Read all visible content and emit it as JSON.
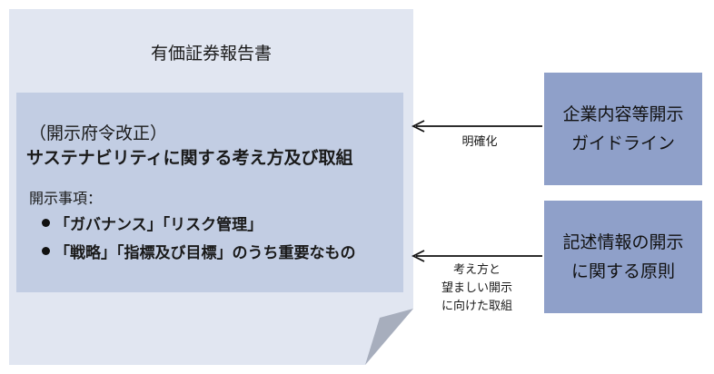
{
  "document": {
    "title": "有価証券報告書",
    "amendment_note": "（開示府令改正）",
    "heading": "サステナビリティに関する考え方及び取組",
    "disclosure_label": "開示事項：",
    "bullets": [
      "「ガバナンス」「リスク管理」",
      "「戦略」「指標及び目標」のうち重要なもの"
    ]
  },
  "sources": [
    {
      "lines": [
        "企業内容等開示",
        "ガイドライン"
      ],
      "connector_lines": [
        "明確化"
      ]
    },
    {
      "lines": [
        "記述情報の開示",
        "に関する原則"
      ],
      "connector_lines": [
        "考え方と",
        "望ましい開示",
        "に向けた取組"
      ]
    }
  ],
  "colors": {
    "document_fill": "#e1e6f1",
    "document_fold": "#a7aebd",
    "inner_panel": "#c2cde3",
    "source_box": "#8fa0c9",
    "arrow": "#111111"
  }
}
